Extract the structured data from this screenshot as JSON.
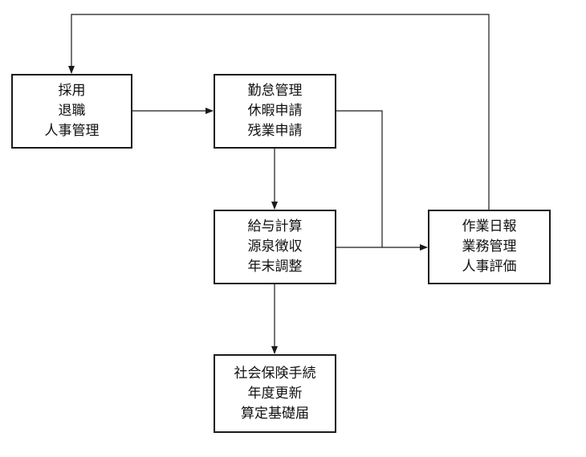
{
  "nodes": {
    "hire": {
      "lines": [
        "採用",
        "退職",
        "人事管理"
      ]
    },
    "attend": {
      "lines": [
        "勤怠管理",
        "休暇申請",
        "残業申請"
      ]
    },
    "pay": {
      "lines": [
        "給与計算",
        "源泉徴収",
        "年末調整"
      ]
    },
    "report": {
      "lines": [
        "作業日報",
        "業務管理",
        "人事評価"
      ]
    },
    "social": {
      "lines": [
        "社会保険手続",
        "年度更新",
        "算定基礎届"
      ]
    }
  },
  "edges": [
    {
      "from": "hire",
      "to": "attend"
    },
    {
      "from": "attend",
      "to": "pay"
    },
    {
      "from": "attend",
      "to": "report"
    },
    {
      "from": "pay",
      "to": "report"
    },
    {
      "from": "pay",
      "to": "social"
    },
    {
      "from": "report",
      "to": "hire"
    }
  ],
  "colors": {
    "stroke": "#1a1a1a",
    "text": "#111111",
    "background": "#ffffff"
  }
}
